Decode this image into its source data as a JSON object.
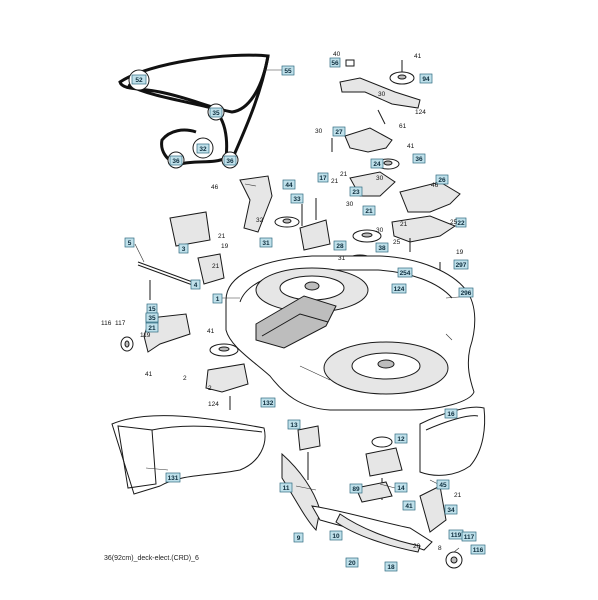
{
  "caption": "36(92cm)_deck-elect.(CRD)_6",
  "callouts_boxed": [
    "52",
    "55",
    "35",
    "36",
    "32",
    "36",
    "56",
    "94",
    "27",
    "36",
    "24",
    "23",
    "26",
    "21",
    "17",
    "22",
    "38",
    "44",
    "33",
    "5",
    "3",
    "31",
    "28",
    "4",
    "1",
    "15",
    "254",
    "297",
    "20",
    "35",
    "21",
    "296",
    "124",
    "132",
    "13",
    "16",
    "12",
    "11",
    "45",
    "131",
    "89",
    "14",
    "41",
    "34",
    "9",
    "10",
    "20",
    "18",
    "119",
    "117",
    "116"
  ],
  "callouts_plain": [
    "40",
    "41",
    "124",
    "61",
    "30",
    "30",
    "41",
    "21",
    "46",
    "21",
    "30",
    "46",
    "32",
    "21",
    "19",
    "21",
    "30",
    "31",
    "25",
    "21",
    "25",
    "19",
    "30",
    "124",
    "117",
    "116",
    "119",
    "41",
    "2",
    "2",
    "41",
    "21",
    "8",
    "20"
  ]
}
